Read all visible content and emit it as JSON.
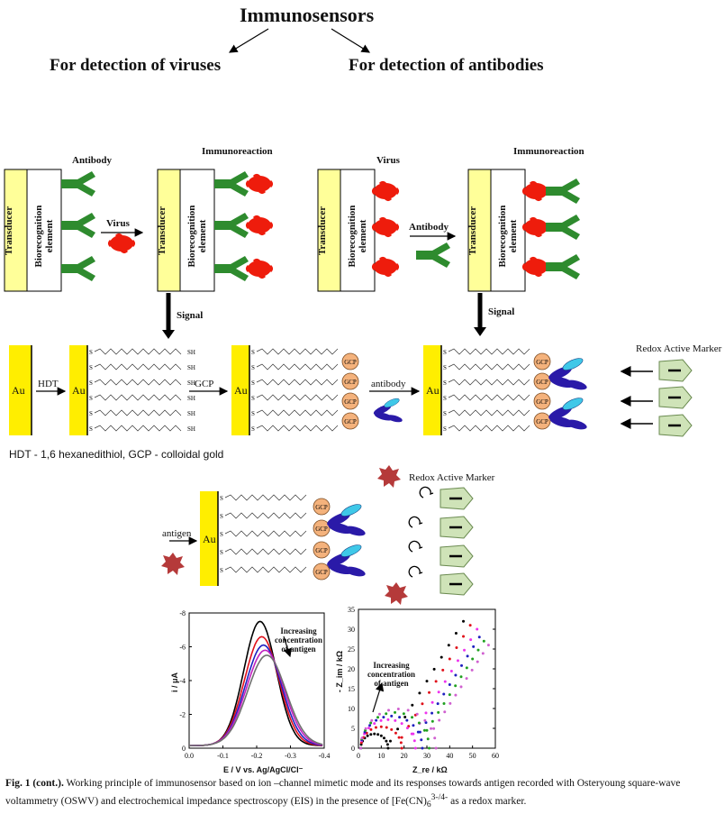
{
  "header": {
    "title": "Immunosensors",
    "left_branch": "For detection of viruses",
    "right_branch": "For detection of antibodies"
  },
  "virus_panel": {
    "antibody_label": "Antibody",
    "immunoreaction_label": "Immunoreaction",
    "virus_arrow_label": "Virus",
    "signal_label": "Signal",
    "transducer_label": "Transducer",
    "biorecognition_label": "Biorecognition element"
  },
  "antibody_panel": {
    "virus_label": "Virus",
    "immunoreaction_label": "Immunoreaction",
    "antibody_arrow_label": "Antibody",
    "signal_label": "Signal",
    "transducer_label": "Transducer",
    "biorecognition_label": "Biorecognition element"
  },
  "assembly": {
    "au_label": "Au",
    "hdt_label": "HDT",
    "gcp_label": "GCP",
    "antibody_label": "antibody",
    "antigen_label": "antigen",
    "s_label": "S",
    "sh_label": "SH",
    "redox_label_1": "Redox Active Marker",
    "redox_label_2": "Redox Active Marker",
    "legend": "HDT - 1,6 hexanedithiol, GCP - colloidal gold",
    "marker_symbol": "—"
  },
  "colors": {
    "transducer": "#ffff99",
    "antibody": "#2e8b2e",
    "virus": "#ee1c0c",
    "au": "#ffee00",
    "gcp": "#f4b27c",
    "antibody_dark": "#2a1aa8",
    "antibody_light": "#3fc8e8",
    "marker": "#cfe3b8",
    "antigen": "#b53a3a"
  },
  "caption": {
    "bold": "Fig. 1 (cont.).",
    "text": " Working principle of immunosensor based on ion –channel mimetic mode and its responses towards antigen recorded with Osteryoung square-wave voltammetry (OSWV) and electrochemical impedance spectroscopy (EIS) in the presence of [Fe(CN)",
    "sub": "6",
    "sup": "3-/4-",
    "tail": " as a redox marker."
  },
  "chart_data": [
    {
      "type": "line",
      "name": "OSWV",
      "xlabel": "E / V vs. Ag/AgCl/Cl⁻",
      "ylabel": "i / μA",
      "xlim": [
        0.0,
        -0.4
      ],
      "ylim": [
        0,
        -8
      ],
      "xticks": [
        0.0,
        -0.1,
        -0.2,
        -0.3,
        -0.4
      ],
      "xtick_labels": [
        "0.0",
        "-0.1",
        "-0.2",
        "-0.3",
        "-0.4"
      ],
      "yticks": [
        0,
        -2,
        -4,
        -6,
        -8
      ],
      "ytick_labels": [
        "0",
        "-2",
        "-4",
        "-6",
        "-8"
      ],
      "annotation": [
        "Increasing",
        "concentration",
        "of antigen"
      ],
      "series": [
        {
          "color": "#000000",
          "peak_x": -0.21,
          "peak_y": -7.5,
          "width": 0.068,
          "base": -0.15
        },
        {
          "color": "#e0101a",
          "peak_x": -0.215,
          "peak_y": -6.6,
          "width": 0.072,
          "base": -0.15
        },
        {
          "color": "#2020c0",
          "peak_x": -0.22,
          "peak_y": -6.1,
          "width": 0.075,
          "base": -0.15
        },
        {
          "color": "#c020c0",
          "peak_x": -0.225,
          "peak_y": -5.8,
          "width": 0.078,
          "base": -0.15
        },
        {
          "color": "#707070",
          "peak_x": -0.23,
          "peak_y": -5.5,
          "width": 0.08,
          "base": -0.15
        }
      ]
    },
    {
      "type": "scatter",
      "name": "EIS",
      "xlabel": "Z_re / kΩ",
      "ylabel": "- Z_im / kΩ",
      "xlim": [
        0,
        60
      ],
      "ylim": [
        0,
        35
      ],
      "xticks": [
        0,
        10,
        20,
        30,
        40,
        50,
        60
      ],
      "yticks": [
        0,
        5,
        10,
        15,
        20,
        25,
        30,
        35
      ],
      "annotation": [
        "Increasing",
        "concentration",
        "of antigen"
      ],
      "series": [
        {
          "color": "#000000",
          "arc_r": 6,
          "tail_start": 14,
          "tail_end": 46,
          "tail_top": 32
        },
        {
          "color": "#e0101a",
          "arc_r": 9,
          "tail_start": 19,
          "tail_end": 49,
          "tail_top": 31
        },
        {
          "color": "#ee33ee",
          "arc_r": 12,
          "tail_start": 24,
          "tail_end": 52,
          "tail_top": 30
        },
        {
          "color": "#2020c0",
          "arc_r": 13.5,
          "tail_start": 27,
          "tail_end": 53,
          "tail_top": 28
        },
        {
          "color": "#20a020",
          "arc_r": 15,
          "tail_start": 30,
          "tail_end": 55,
          "tail_top": 27
        },
        {
          "color": "#d060d0",
          "arc_r": 16.5,
          "tail_start": 33,
          "tail_end": 57,
          "tail_top": 26
        }
      ]
    }
  ]
}
